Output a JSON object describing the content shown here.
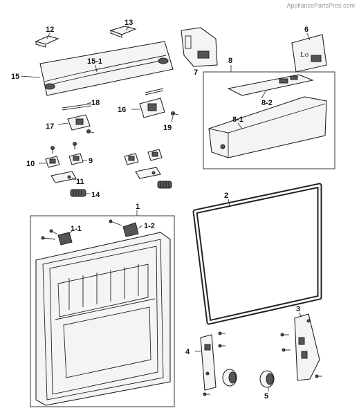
{
  "watermark": "AppliancePartsPros.com",
  "callouts": {
    "c1": "1",
    "c1_1": "1-1",
    "c1_2": "1-2",
    "c2": "2",
    "c3": "3",
    "c4": "4",
    "c5": "5",
    "c6": "6",
    "c7": "7",
    "c8": "8",
    "c8_1": "8-1",
    "c8_2": "8-2",
    "c9": "9",
    "c10": "10",
    "c11": "11",
    "c12": "12",
    "c13": "13",
    "c14": "14",
    "c15": "15",
    "c15_1": "15-1",
    "c16": "16",
    "c17": "17",
    "c18": "18",
    "c19": "19"
  },
  "decals": {
    "lo_badge": "Lo"
  }
}
